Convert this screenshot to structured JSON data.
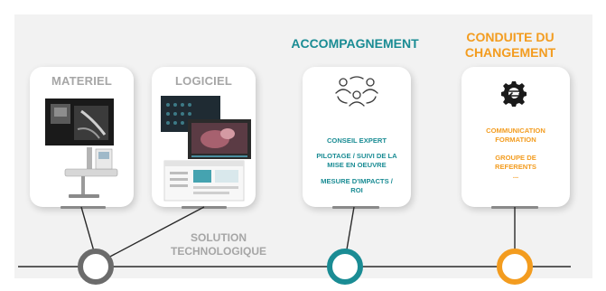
{
  "materiel": {
    "title": "MATERIEL"
  },
  "logiciel": {
    "title": "LOGICIEL"
  },
  "accompagnement": {
    "heading": "ACCOMPAGNEMENT",
    "items": [
      "CONSEIL EXPERT",
      "PILOTAGE / SUIVI DE LA",
      "MISE EN OEUVRE",
      "MESURE D'IMPACTS /",
      "ROI"
    ]
  },
  "conduite": {
    "heading_line1": "CONDUITE DU",
    "heading_line2": "CHANGEMENT",
    "items": [
      "COMMUNICATION",
      "FORMATION",
      "GROUPE DE",
      "REFERENTS",
      "..."
    ]
  },
  "solution": {
    "line1": "SOLUTION",
    "line2": "TECHNOLOGIQUE"
  },
  "colors": {
    "teal": "#1a8c94",
    "orange": "#f39c1f",
    "gray_circle": "#6b6b6b",
    "gray_text": "#a6a6a6",
    "line": "#2a2a2a"
  },
  "icons": {
    "accompagnement": "people-network-icon",
    "conduite": "gear-arrows-icon"
  }
}
